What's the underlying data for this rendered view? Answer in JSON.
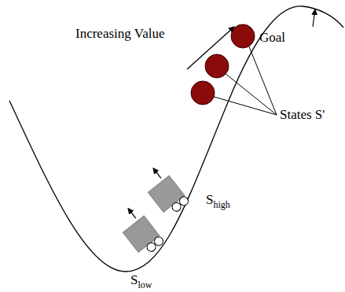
{
  "diagram": {
    "labels": [
      "Increasing Value",
      "Goal",
      "States S'",
      "Shigh",
      "Slow"
    ]
  }
}
